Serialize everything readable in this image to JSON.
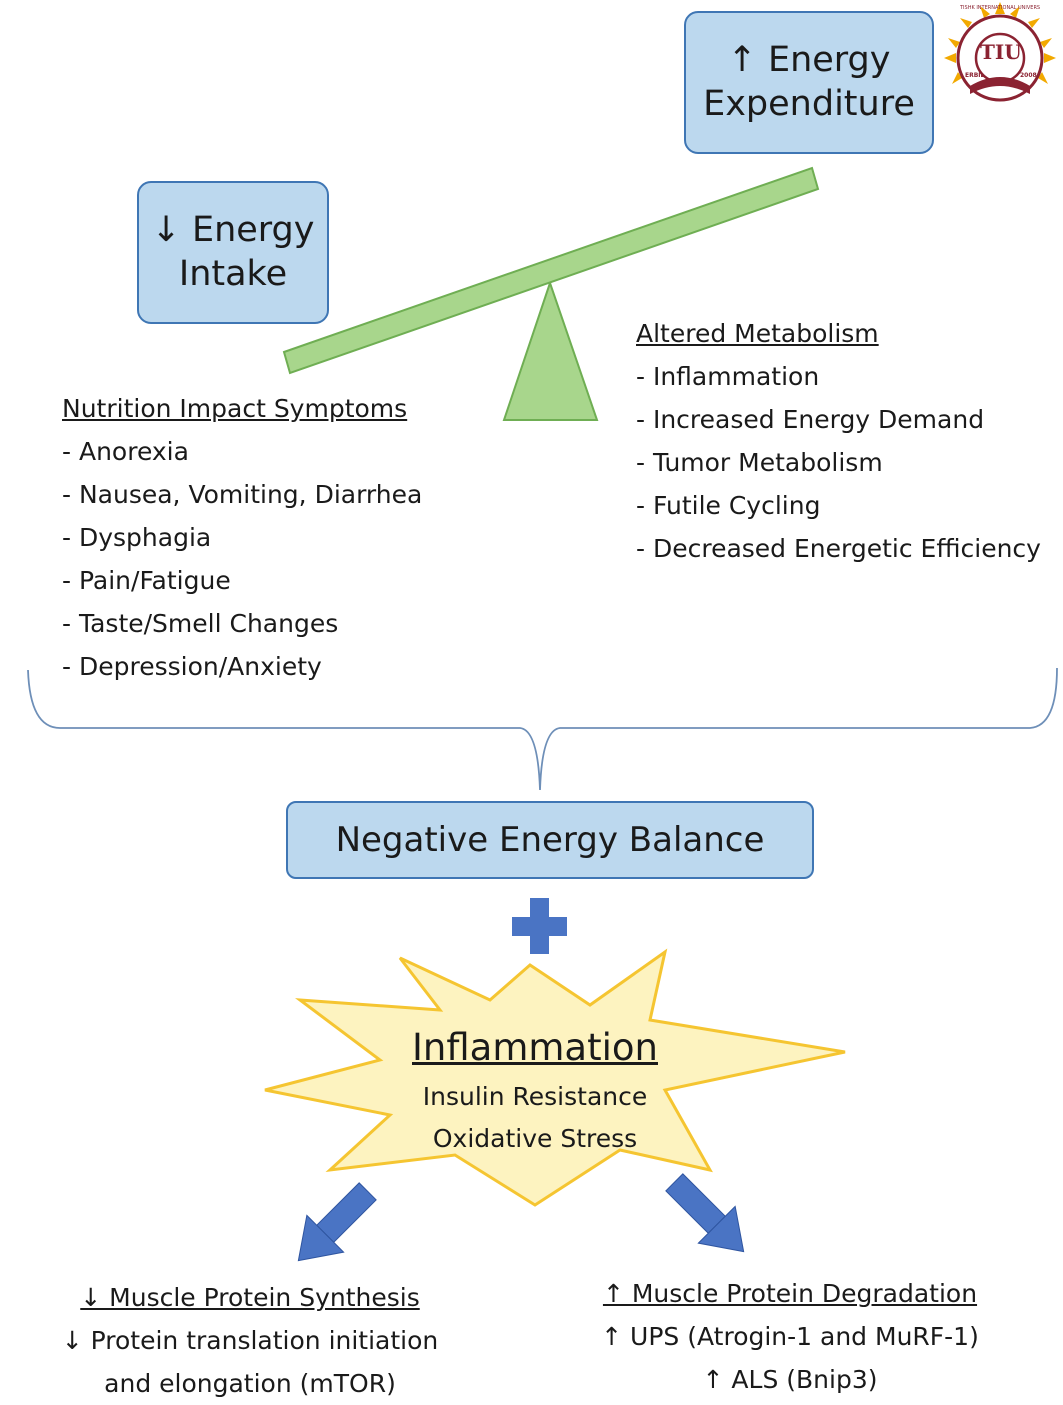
{
  "energy_expenditure": {
    "line1": "↑ Energy",
    "line2": "Expenditure"
  },
  "energy_intake": {
    "line1": "↓ Energy",
    "line2": "Intake"
  },
  "nutrition_impact": {
    "title": "Nutrition Impact Symptoms",
    "items": [
      "- Anorexia",
      "- Nausea, Vomiting, Diarrhea",
      "- Dysphagia",
      "- Pain/Fatigue",
      "- Taste/Smell Changes",
      "- Depression/Anxiety"
    ]
  },
  "altered_metabolism": {
    "title": "Altered Metabolism",
    "items": [
      "- Inflammation",
      "- Increased Energy Demand",
      "- Tumor Metabolism",
      "- Futile Cycling",
      "- Decreased Energetic Efficiency"
    ]
  },
  "negative_balance": "Negative Energy Balance",
  "inflammation": {
    "title": "Inflammation",
    "line1": "Insulin Resistance",
    "line2": "Oxidative Stress"
  },
  "synthesis": {
    "title": "↓ Muscle Protein Synthesis",
    "line1": "↓ Protein translation initiation",
    "line2": "and elongation (mTOR)"
  },
  "degradation": {
    "title": "↑ Muscle Protein Degradation",
    "line1": "↑ UPS (Atrogin-1 and MuRF-1)",
    "line2": "↑ ALS (Bnip3)"
  },
  "logo": {
    "text": "TIU",
    "ring_top": "TISHK INTERNATIONAL UNIVERSITY",
    "left": "ERBIL",
    "right": "2008"
  },
  "colors": {
    "box_fill": "#bcd8ee",
    "box_border": "#3f76b4",
    "seesaw": "#a8d68c",
    "seesaw_border": "#6fae53",
    "arrow": "#4472c4",
    "star_fill": "#fdf3c0",
    "star_border": "#f5c531",
    "logo_maroon": "#8b2332",
    "logo_gold": "#f2a900"
  }
}
